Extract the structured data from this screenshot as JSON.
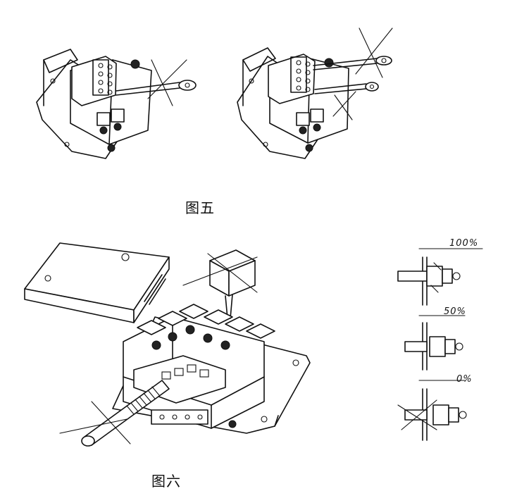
{
  "figure5": {
    "caption": "图五"
  },
  "figure6": {
    "caption": "图六",
    "stroke_labels": [
      "100%",
      "50%",
      "0%"
    ]
  }
}
